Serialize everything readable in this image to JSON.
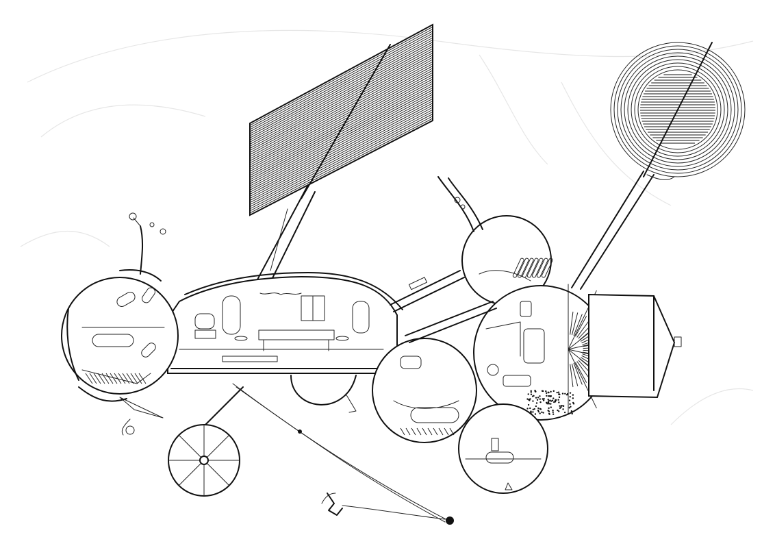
{
  "image": {
    "kind": "pen-and-ink drawing",
    "ink_color": "#111111",
    "paper_color": "#ffffff"
  },
  "modules": [
    "solar-panel",
    "radial-dish",
    "main-hull",
    "left-pod",
    "greenhouse-pod",
    "upper-pod",
    "mid-pod",
    "lower-pod",
    "box-module",
    "wheel-antenna",
    "tethered-probe"
  ]
}
